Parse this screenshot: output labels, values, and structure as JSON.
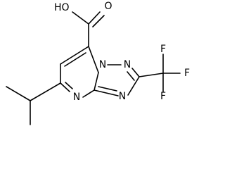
{
  "molecule": {
    "labels": {
      "hydroxyl": "HO",
      "carbonyl_oxygen": "O",
      "n_bridge": "N",
      "n_triazole_top": "N",
      "n_triazole_bottom": "N",
      "n_pyrimidine": "N",
      "f_top": "F",
      "f_right": "F",
      "f_bottom": "F"
    }
  }
}
